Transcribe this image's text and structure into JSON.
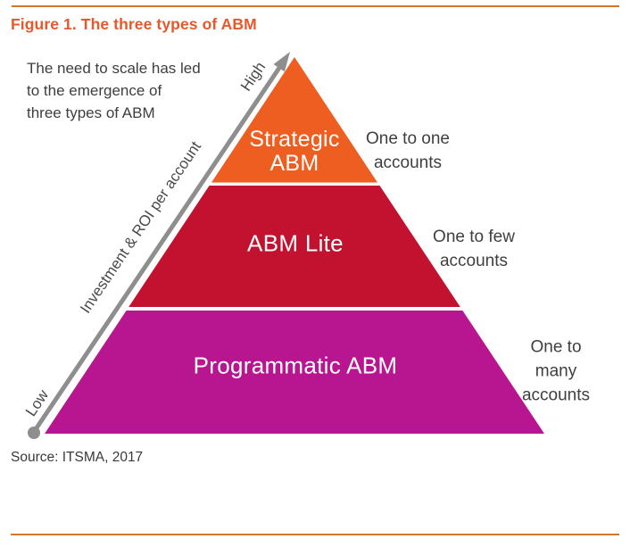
{
  "header": {
    "title": "Figure 1. The three types of ABM"
  },
  "intro": {
    "text": "The need to scale has led\nto the emergence of\nthree types of ABM"
  },
  "axis": {
    "title": "Investment & ROI per account",
    "high_label": "High",
    "low_label": "Low"
  },
  "pyramid": {
    "tiers": [
      {
        "name": "Strategic\nABM",
        "scope": "One to one\naccounts",
        "color": "#EE5E20"
      },
      {
        "name": "ABM Lite",
        "scope": "One to few\naccounts",
        "color": "#C31230"
      },
      {
        "name": "Programmatic ABM",
        "scope": "One to many\naccounts",
        "color": "#B81690"
      }
    ]
  },
  "footer": {
    "source": "Source: ITSMA, 2017"
  },
  "colors": {
    "title_orange": "#E8582A",
    "rule_orange": "#D2782B",
    "tier_strategic": "#EE5E20",
    "tier_lite": "#C31230",
    "tier_programmatic": "#B81690",
    "arrow_gray": "#8E8E8E",
    "text_dark": "#3E3E3E"
  }
}
